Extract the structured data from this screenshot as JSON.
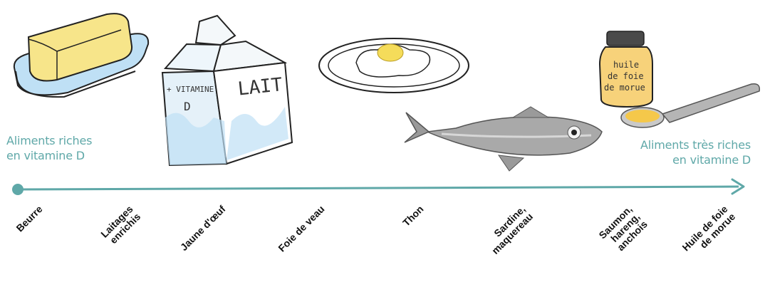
{
  "left_label": "Aliments riches\nen vitamine D",
  "right_label": "Aliments très riches\nen vitamine D",
  "foods": [
    "Beurre",
    "Laitages\nenrichis",
    "Jaune d'œuf",
    "Foie de veau",
    "Thon",
    "Sardine,\nmaquereau",
    "Saumon,\nhareng,\nanchois",
    "Huile de foie\nde morue"
  ],
  "milk_carton": {
    "side_text_line1": "+ VITAMINE",
    "side_text_line2": "D",
    "front_text": "LAIT"
  },
  "jar": {
    "line1": "huile",
    "line2": "de foie",
    "line3": "de morue"
  },
  "colors": {
    "teal": "#5fa8a8",
    "butter": "#f7e58a",
    "dish": "#bfe0f5",
    "yolk": "#f5dc5a",
    "fish": "#a9a9a9",
    "oil": "#f7d27a"
  },
  "icons": [
    "butter-dish-icon",
    "milk-carton-icon",
    "fried-egg-icon",
    "sardine-fish-icon",
    "cod-liver-oil-jar-icon",
    "spoon-icon",
    "arrow-icon"
  ]
}
